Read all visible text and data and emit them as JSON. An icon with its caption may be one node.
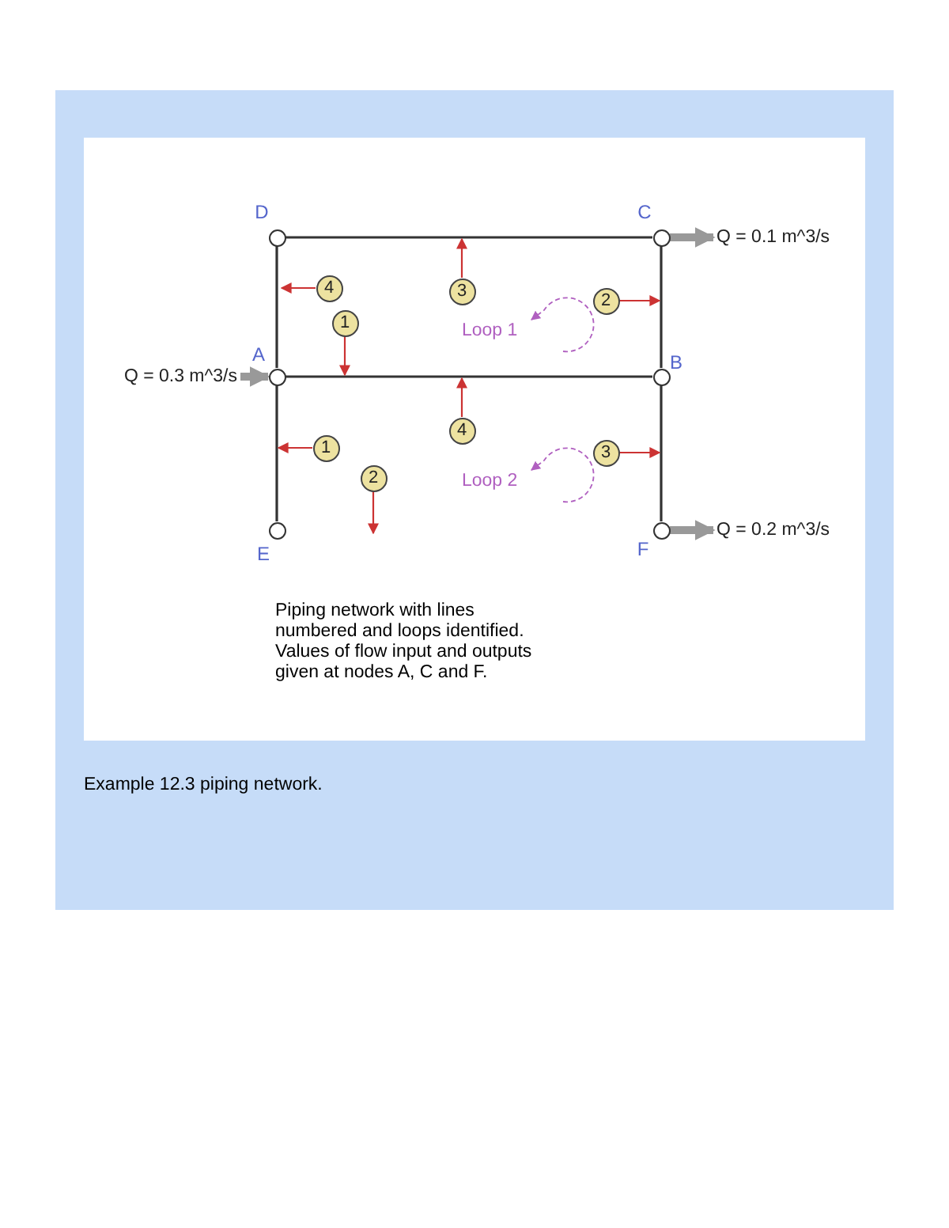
{
  "diagram": {
    "caption": "Example 12.3 piping network.",
    "nodes": [
      {
        "text": [
          "D"
        ]
      },
      {
        "text": [
          "C"
        ]
      },
      {
        "text": [
          "Q = 0.1 m^3/s"
        ]
      },
      {
        "text": [
          "4"
        ]
      },
      {
        "text": [
          "3"
        ]
      },
      {
        "text": [
          "2"
        ]
      },
      {
        "text": [
          "1"
        ]
      },
      {
        "text": [
          "A"
        ]
      },
      {
        "text": [
          "Q = 0.3 m^3/s"
        ]
      },
      {
        "text": [
          "B"
        ]
      },
      {
        "text": [
          "4"
        ]
      },
      {
        "text": [
          "1"
        ]
      },
      {
        "text": [
          "3"
        ]
      },
      {
        "text": [
          "2"
        ]
      },
      {
        "text": [
          "E"
        ]
      },
      {
        "text": [
          "F"
        ]
      },
      {
        "text": [
          "Q = 0.2 m^3/s"
        ]
      }
    ],
    "edges": [
      {
        "from": 8,
        "to": 7,
        "arrow": "to",
        "style": "thick",
        "color": "#999999"
      },
      {
        "from": 1,
        "to": 2,
        "arrow": "to",
        "style": "thick",
        "color": "#999999"
      },
      {
        "from": 15,
        "to": 16,
        "arrow": "to",
        "style": "thick",
        "color": "#999999"
      },
      {
        "from": 0,
        "to": 1,
        "arrow": "none",
        "color": "#333333"
      },
      {
        "from": 0,
        "to": 7,
        "arrow": "none",
        "color": "#333333"
      },
      {
        "from": 1,
        "to": 9,
        "arrow": "none",
        "color": "#333333"
      },
      {
        "from": 7,
        "to": 9,
        "arrow": "none",
        "color": "#333333"
      },
      {
        "from": 7,
        "to": 14,
        "arrow": "none",
        "color": "#333333"
      },
      {
        "from": 9,
        "to": 15,
        "arrow": "none",
        "color": "#333333"
      },
      {
        "from": 3,
        "to": null,
        "arrow": "to"
      },
      {
        "from": 4,
        "to": null,
        "arrow": "to"
      },
      {
        "from": 6,
        "to": null,
        "arrow": "to"
      },
      {
        "from": 5,
        "to": null,
        "arrow": "to"
      },
      {
        "from": 10,
        "to": null,
        "arrow": "to"
      },
      {
        "from": 11,
        "to": null,
        "arrow": "to"
      },
      {
        "from": 12,
        "to": null,
        "arrow": "to"
      },
      {
        "from": 13,
        "to": null,
        "arrow": "to"
      }
    ],
    "labels": [
      "Loop 1",
      "Loop 2",
      "Piping network with lines numbered and loops identified. Values of flow input and outputs given at nodes A, C and F."
    ]
  }
}
